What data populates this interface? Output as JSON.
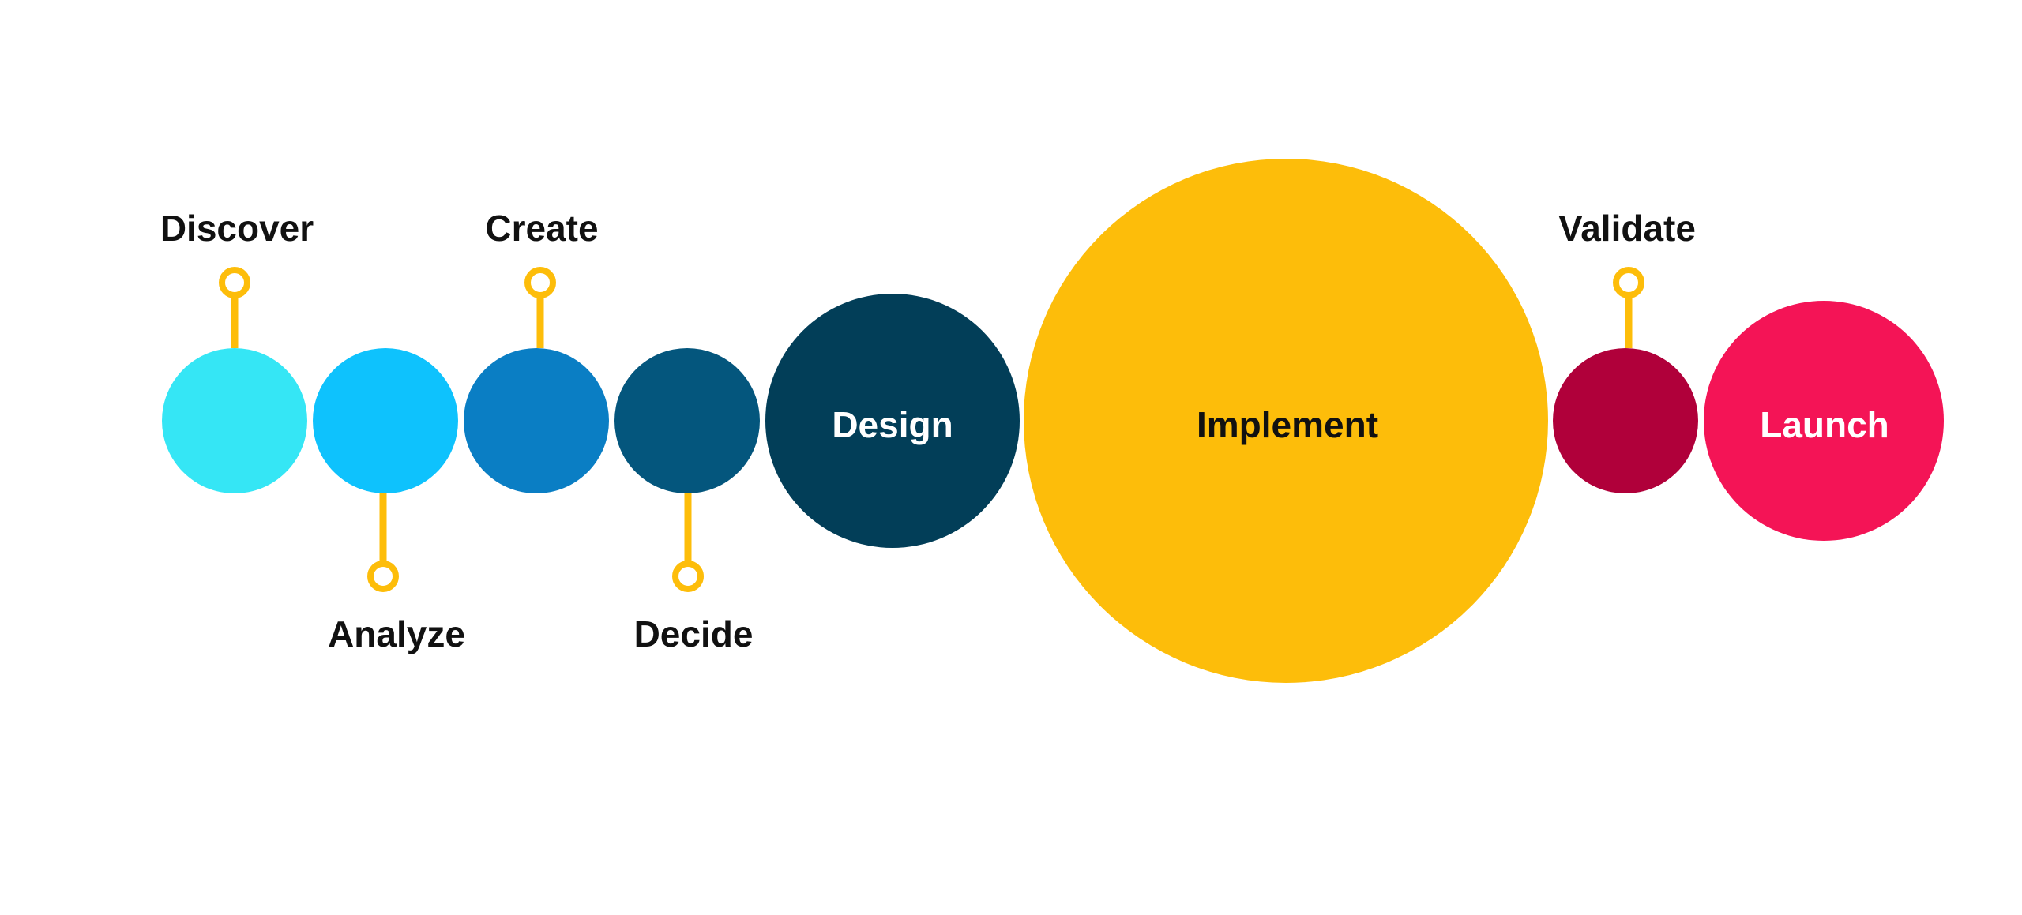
{
  "stages": [
    {
      "id": "discover",
      "label": "Discover",
      "color": "#35e6f5",
      "label_inside": false,
      "callout": "top"
    },
    {
      "id": "analyze",
      "label": "Analyze",
      "color": "#0ec2fd",
      "label_inside": false,
      "callout": "bottom"
    },
    {
      "id": "create",
      "label": "Create",
      "color": "#0a7ec4",
      "label_inside": false,
      "callout": "top"
    },
    {
      "id": "decide",
      "label": "Decide",
      "color": "#04567d",
      "label_inside": false,
      "callout": "bottom"
    },
    {
      "id": "design",
      "label": "Design",
      "color": "#023e58",
      "label_inside": true,
      "text_color": "#ffffff"
    },
    {
      "id": "implement",
      "label": "Implement",
      "color": "#fdbd0a",
      "label_inside": true,
      "text_color": "#111111"
    },
    {
      "id": "validate",
      "label": "Validate",
      "color": "#b0003a",
      "label_inside": false,
      "callout": "top"
    },
    {
      "id": "launch",
      "label": "Launch",
      "color": "#f41456",
      "label_inside": true,
      "text_color": "#ffffff"
    }
  ],
  "callout_color": "#fdbd0a"
}
